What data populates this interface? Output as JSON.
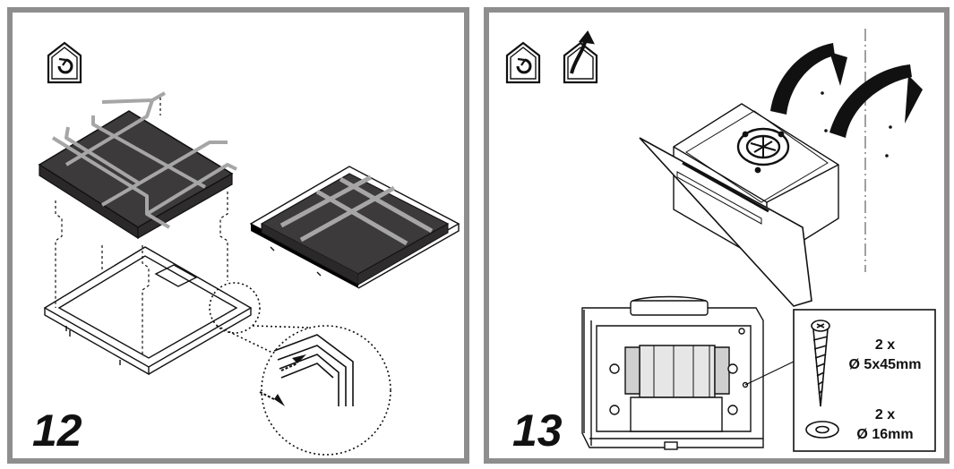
{
  "steps": [
    {
      "number": "12",
      "icons": [
        "recirculation-mode-icon"
      ]
    },
    {
      "number": "13",
      "icons": [
        "recirculation-mode-icon",
        "ducted-exhaust-mode-icon"
      ],
      "hardware": [
        {
          "quantity": "2 x",
          "size": "Ø 5x45mm",
          "icon": "screw-icon"
        },
        {
          "quantity": "2 x",
          "size": "Ø 16mm",
          "icon": "washer-icon"
        }
      ]
    }
  ],
  "colors": {
    "frame": "#8e8e8e",
    "filter_dark": "#3c3a3a",
    "strap": "#a6a6a6",
    "line": "#111111"
  }
}
